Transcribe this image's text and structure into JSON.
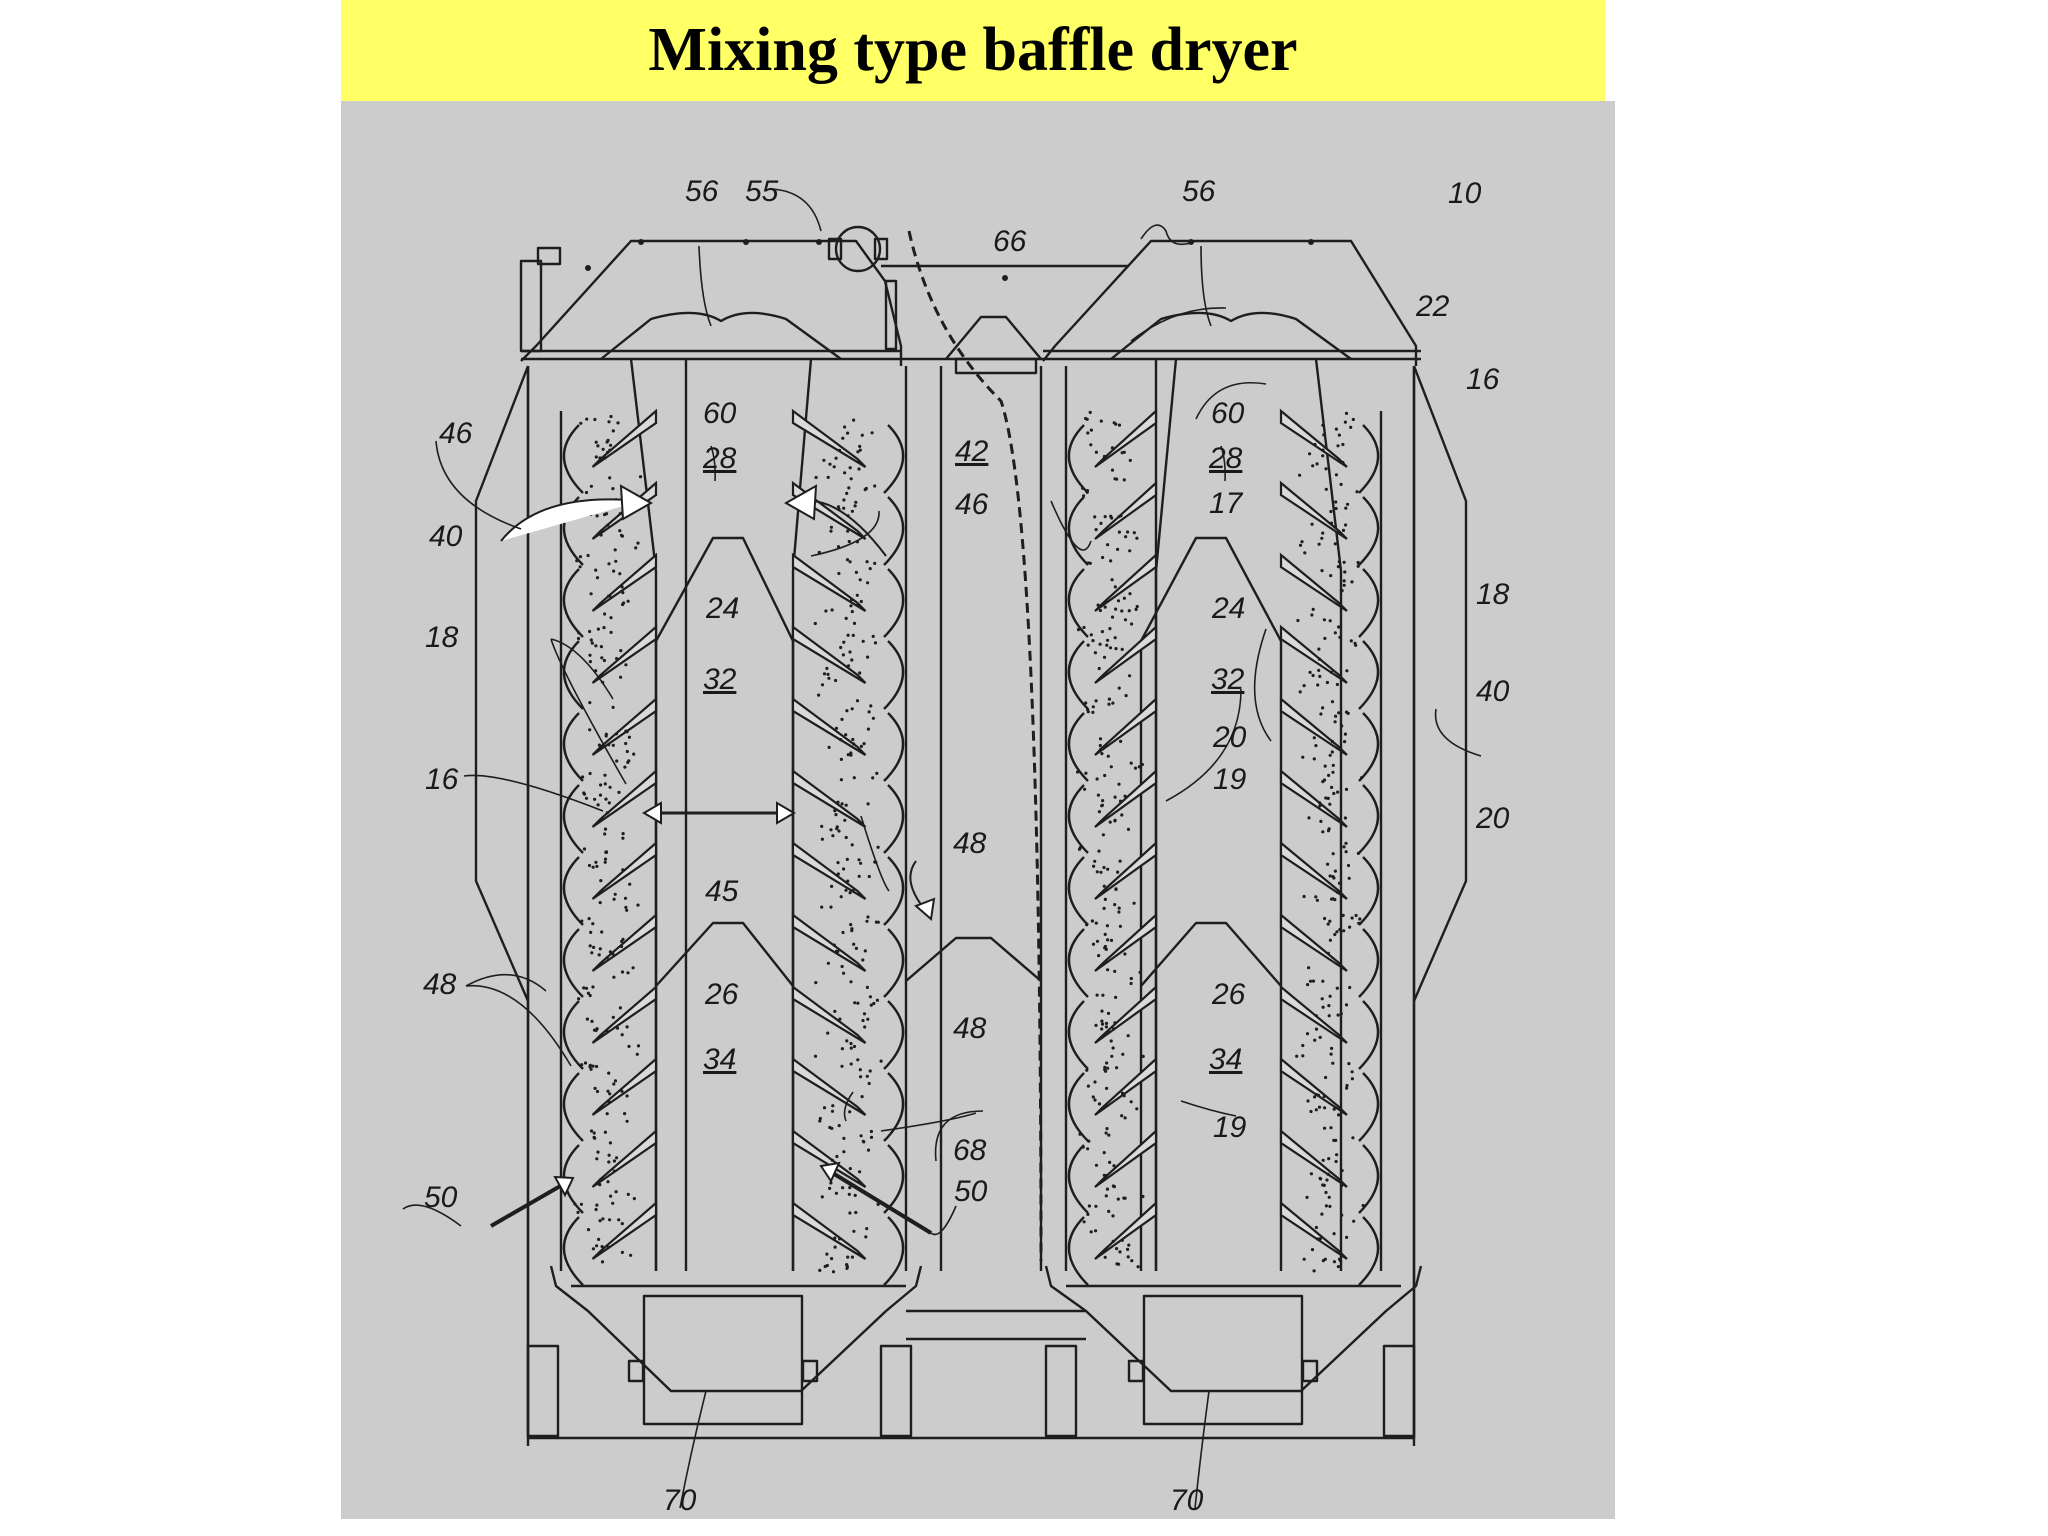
{
  "slide": {
    "title": "Mixing type baffle dryer",
    "colors": {
      "title_band": "#ffff66",
      "figure_background": "#cccccc",
      "line": "#1e1e1e"
    }
  },
  "diagram": {
    "labels": {
      "l10": "10",
      "l22": "22",
      "l16a": "16",
      "l16b": "16",
      "l56a": "56",
      "l56b": "56",
      "l55": "55",
      "l66": "66",
      "l60a": "60",
      "l60b": "60",
      "l28a": "28",
      "l28b": "28",
      "l42": "42",
      "l46a": "46",
      "l46b": "46",
      "l17": "17",
      "l40a": "40",
      "l40b": "40",
      "l18a": "18",
      "l18b": "18",
      "l24a": "24",
      "l24b": "24",
      "l32a": "32",
      "l32b": "32",
      "l20a": "20",
      "l20b": "20",
      "l19a": "19",
      "l19b": "19",
      "l45": "45",
      "l48a": "48",
      "l48b": "48",
      "l48c": "48",
      "l26a": "26",
      "l26b": "26",
      "l34a": "34",
      "l34b": "34",
      "l68": "68",
      "l50a": "50",
      "l50b": "50",
      "l70a": "70",
      "l70b": "70"
    }
  }
}
